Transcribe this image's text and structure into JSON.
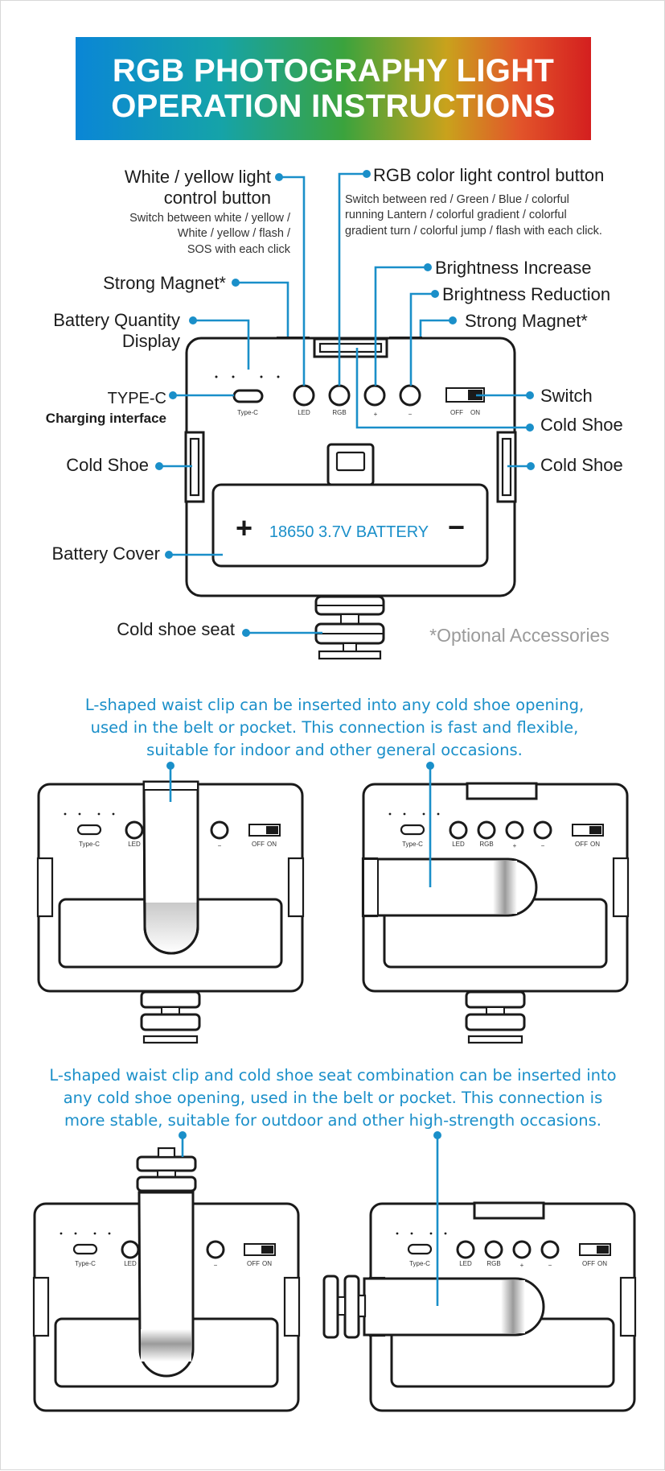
{
  "banner": {
    "title": "RGB PHOTOGRAPHY LIGHT\nOPERATION INSTRUCTIONS",
    "gradient_colors": [
      "#0a86d6",
      "#3ba33d",
      "#d41f1f"
    ]
  },
  "colors": {
    "accent": "#1a8fc9",
    "outline": "#1a1a1a",
    "muted": "#9a9a9a"
  },
  "labels": {
    "white_yellow_line1": "White / yellow light",
    "white_yellow_line2": "control button",
    "white_yellow_desc_1": "Switch between white / yellow /",
    "white_yellow_desc_2": "White / yellow / flash /",
    "white_yellow_desc_3": "SOS with each click",
    "rgb_title": "RGB color light control button",
    "rgb_desc_1": "Switch between red / Green / Blue / colorful",
    "rgb_desc_2": "running Lantern / colorful gradient / colorful",
    "rgb_desc_3": "gradient turn / colorful jump / flash with each click.",
    "strong_magnet_left": "Strong Magnet*",
    "brightness_increase": "Brightness Increase",
    "brightness_reduction": "Brightness Reduction",
    "strong_magnet_right": "Strong Magnet*",
    "battery_quantity_1": "Battery Quantity",
    "battery_quantity_2": "Display",
    "type_c_1": "TYPE-C",
    "type_c_2": "Charging interface",
    "switch": "Switch",
    "cold_shoe_top": "Cold Shoe",
    "cold_shoe_left": "Cold Shoe",
    "cold_shoe_right": "Cold Shoe",
    "battery_cover": "Battery Cover",
    "cold_shoe_seat": "Cold shoe seat",
    "optional": "*Optional Accessories"
  },
  "device": {
    "typec": "Type-C",
    "led": "LED",
    "rgb": "RGB",
    "plus": "+",
    "minus": "−",
    "off": "OFF",
    "on": "ON",
    "battery_plus": "+",
    "battery_minus": "−",
    "battery_text": "18650 3.7V BATTERY"
  },
  "section1": {
    "line1": "L-shaped waist clip can be inserted into any cold shoe opening,",
    "line2": "used in the belt or pocket. This connection is fast and flexible,",
    "line3": "suitable for indoor and other general occasions."
  },
  "section2": {
    "line1": "L-shaped waist clip and cold shoe seat combination can be inserted into",
    "line2": "any cold shoe opening, used in the belt or pocket. This connection is",
    "line3": "more stable, suitable for outdoor and other high-strength occasions."
  },
  "mini": {
    "typec": "Type-C",
    "led": "LED",
    "rgb": "RGB",
    "plus": "+",
    "minus": "−",
    "off": "OFF",
    "on": "ON"
  }
}
